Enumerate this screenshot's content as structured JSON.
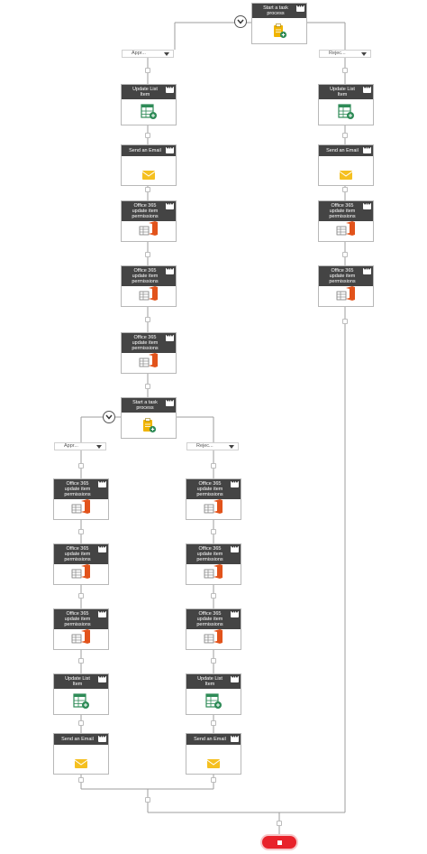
{
  "colors": {
    "header_bg": "#444444",
    "end_button": "#e8222a",
    "connector_line": "#9e9e9e",
    "office_icon": "#e2531b",
    "list_icon": "#2e8b57",
    "email_icon": "#f5c020",
    "task_icon": "#f0b400"
  },
  "menu_glyph": "•••",
  "nodes": [
    {
      "id": "n1",
      "lines": [
        "Start a task",
        "process"
      ],
      "icon": "task-icon"
    },
    {
      "id": "n2",
      "lines": [
        "Update List",
        "Item"
      ],
      "icon": "list-icon"
    },
    {
      "id": "n3",
      "lines": [
        "Send an Email"
      ],
      "icon": "email-icon"
    },
    {
      "id": "n4",
      "lines": [
        "Office 365",
        "update item",
        "permissions"
      ],
      "icon": "office-icon"
    },
    {
      "id": "n5",
      "lines": [
        "Office 365",
        "update item",
        "permissions"
      ],
      "icon": "office-icon"
    },
    {
      "id": "n6",
      "lines": [
        "Office 365",
        "update item",
        "permissions"
      ],
      "icon": "office-icon"
    },
    {
      "id": "n7",
      "lines": [
        "Update List",
        "Item"
      ],
      "icon": "list-icon"
    },
    {
      "id": "n8",
      "lines": [
        "Send an Email"
      ],
      "icon": "email-icon"
    },
    {
      "id": "n9",
      "lines": [
        "Office 365",
        "update item",
        "permissions"
      ],
      "icon": "office-icon"
    },
    {
      "id": "n10",
      "lines": [
        "Office 365",
        "update item",
        "permissions"
      ],
      "icon": "office-icon"
    },
    {
      "id": "n11",
      "lines": [
        "Start a task",
        "process"
      ],
      "icon": "task-icon"
    },
    {
      "id": "n12",
      "lines": [
        "Office 365",
        "update item",
        "permissions"
      ],
      "icon": "office-icon"
    },
    {
      "id": "n13",
      "lines": [
        "Office 365",
        "update item",
        "permissions"
      ],
      "icon": "office-icon"
    },
    {
      "id": "n14",
      "lines": [
        "Office 365",
        "update item",
        "permissions"
      ],
      "icon": "office-icon"
    },
    {
      "id": "n15",
      "lines": [
        "Update List",
        "Item"
      ],
      "icon": "list-icon"
    },
    {
      "id": "n16",
      "lines": [
        "Send an Email"
      ],
      "icon": "email-icon"
    },
    {
      "id": "n17",
      "lines": [
        "Office 365",
        "update item",
        "permissions"
      ],
      "icon": "office-icon"
    },
    {
      "id": "n18",
      "lines": [
        "Office 365",
        "update item",
        "permissions"
      ],
      "icon": "office-icon"
    },
    {
      "id": "n19",
      "lines": [
        "Office 365",
        "update item",
        "permissions"
      ],
      "icon": "office-icon"
    },
    {
      "id": "n20",
      "lines": [
        "Update List",
        "Item"
      ],
      "icon": "list-icon"
    },
    {
      "id": "n21",
      "lines": [
        "Send an Email"
      ],
      "icon": "email-icon"
    }
  ],
  "branches": [
    {
      "id": "b1",
      "label": "Appr..."
    },
    {
      "id": "b2",
      "label": "Rejec..."
    },
    {
      "id": "b3",
      "label": "Appr..."
    },
    {
      "id": "b4",
      "label": "Rejec..."
    }
  ]
}
